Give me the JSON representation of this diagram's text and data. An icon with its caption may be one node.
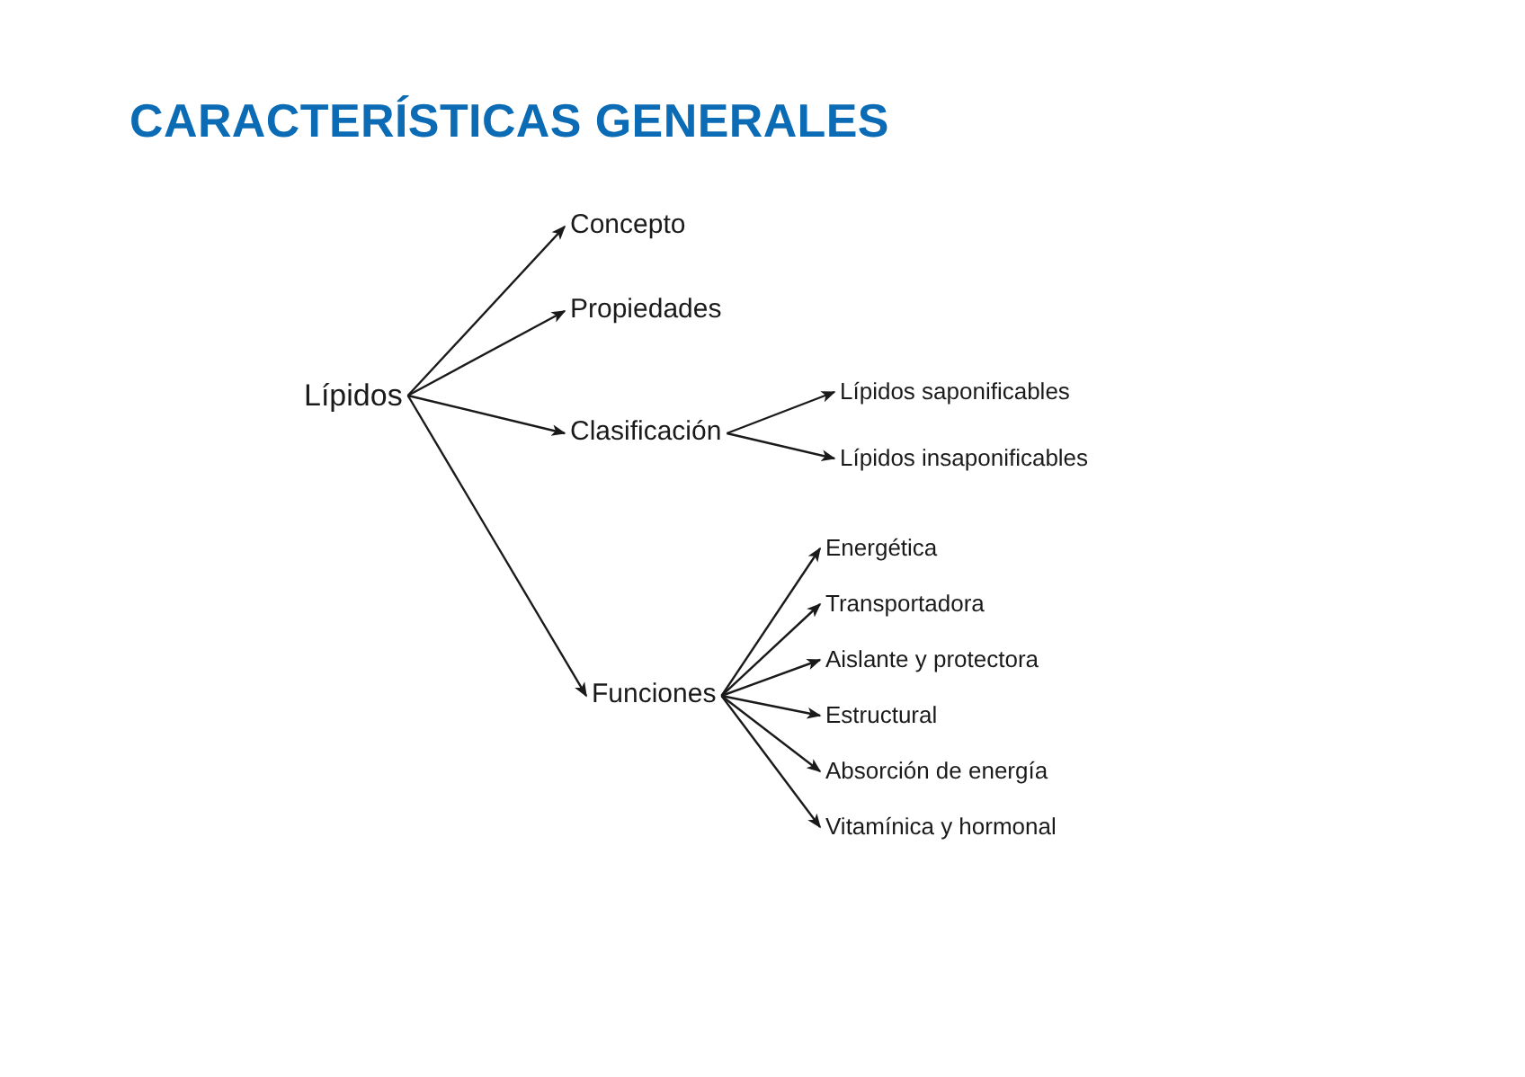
{
  "diagram": {
    "title": "CARACTERÍSTICAS GENERALES",
    "nodes": [
      {
        "text": [
          "Lípidos"
        ]
      },
      {
        "text": [
          "Concepto"
        ]
      },
      {
        "text": [
          "Propiedades"
        ]
      },
      {
        "text": [
          "Clasificación"
        ]
      },
      {
        "text": [
          "Lípidos saponificables"
        ]
      },
      {
        "text": [
          "Lípidos insaponificables"
        ]
      },
      {
        "text": [
          "Funciones"
        ]
      },
      {
        "text": [
          "Energética"
        ]
      },
      {
        "text": [
          "Transportadora"
        ]
      },
      {
        "text": [
          "Aislante y protectora"
        ]
      },
      {
        "text": [
          "Estructural"
        ]
      },
      {
        "text": [
          "Absorción de energía"
        ]
      },
      {
        "text": [
          "Vitamínica y hormonal"
        ]
      }
    ],
    "edges": [
      {
        "from": 0,
        "to": 1,
        "arrow": "to"
      },
      {
        "from": 0,
        "to": 2,
        "arrow": "to"
      },
      {
        "from": 0,
        "to": 3,
        "arrow": "to"
      },
      {
        "from": 0,
        "to": 6,
        "arrow": "to"
      },
      {
        "from": 3,
        "to": 4,
        "arrow": "to"
      },
      {
        "from": 3,
        "to": 5,
        "arrow": "to"
      },
      {
        "from": 6,
        "to": 7,
        "arrow": "to"
      },
      {
        "from": 6,
        "to": 8,
        "arrow": "to"
      },
      {
        "from": 6,
        "to": 9,
        "arrow": "to"
      },
      {
        "from": 6,
        "to": 10,
        "arrow": "to"
      },
      {
        "from": 6,
        "to": 11,
        "arrow": "to"
      },
      {
        "from": 6,
        "to": 12,
        "arrow": "to"
      }
    ]
  }
}
